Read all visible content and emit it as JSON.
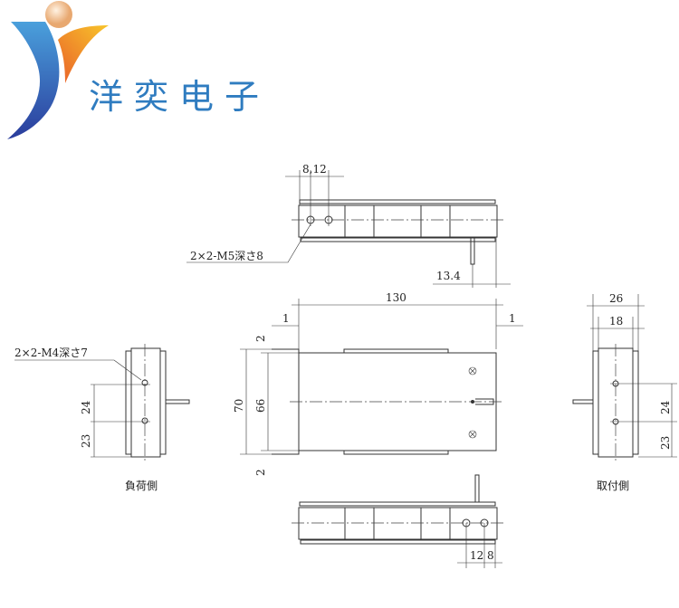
{
  "logo": {
    "brand_name": "洋奕电子",
    "colors": {
      "blue": "#2f7cc0",
      "orange": "#f08a24",
      "sphere": "#f3c9a0"
    }
  },
  "drawing": {
    "top_view": {
      "dim_hole_pitch": "8,12",
      "hole_note": "2×2-M5深さ8",
      "dim_pin_offset": "13.4"
    },
    "front_view": {
      "dim_length": "130",
      "dim_left_margin": "1",
      "dim_right_margin": "1",
      "dim_height": "70",
      "dim_inner_height": "66",
      "dim_top_gap": "2",
      "dim_bottom_gap": "2"
    },
    "load_side_view": {
      "hole_note": "2×2-M4深さ7",
      "dim_hole_pitch": "24",
      "dim_hole_base": "23",
      "label": "負荷側"
    },
    "mount_side_view": {
      "dim_width": "26",
      "dim_inner_width": "18",
      "dim_hole_pitch": "24",
      "dim_hole_base": "23",
      "label": "取付側"
    },
    "bottom_view": {
      "dim_a": "12",
      "dim_b": "8"
    }
  }
}
